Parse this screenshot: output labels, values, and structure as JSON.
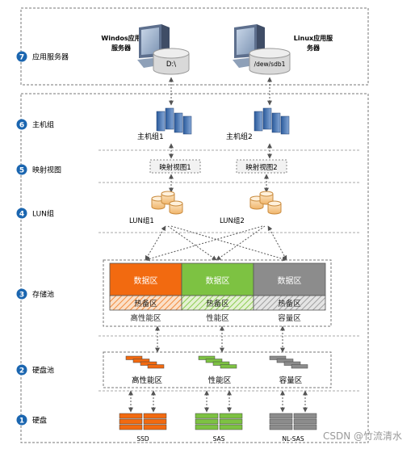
{
  "layers": [
    {
      "num": "7",
      "label": "应用服务器"
    },
    {
      "num": "6",
      "label": "主机组"
    },
    {
      "num": "5",
      "label": "映射视图"
    },
    {
      "num": "4",
      "label": "LUN组"
    },
    {
      "num": "3",
      "label": "存储池"
    },
    {
      "num": "2",
      "label": "硬盘池"
    },
    {
      "num": "1",
      "label": "硬盘"
    }
  ],
  "app_servers": {
    "windows": {
      "label_line1": "Windos应用",
      "label_line2": "服务器",
      "drive": "D:\\"
    },
    "linux": {
      "label_line1": "Linux应用服",
      "label_line2": "务器",
      "drive": "/dew/sdb1"
    }
  },
  "host_groups": [
    "主机组1",
    "主机组2"
  ],
  "mapping_views": [
    "映射视图1",
    "映射视图2"
  ],
  "lun_groups": [
    "LUN组1",
    "LUN组2"
  ],
  "storage_pool": {
    "data_label": "数据区",
    "hot_spare_label": "热备区",
    "tiers": [
      "高性能区",
      "性能区",
      "容量区"
    ]
  },
  "disk_pool_tiers": [
    "高性能区",
    "性能区",
    "容量区"
  ],
  "disk_types": [
    "SSD",
    "SAS",
    "NL-SAS"
  ],
  "watermark": "CSDN @竹流清水",
  "colors": {
    "high_perf": "#f26a10",
    "perf": "#7dc242",
    "capacity": "#8c8c8c",
    "layer_badge": "#1b66b0"
  }
}
